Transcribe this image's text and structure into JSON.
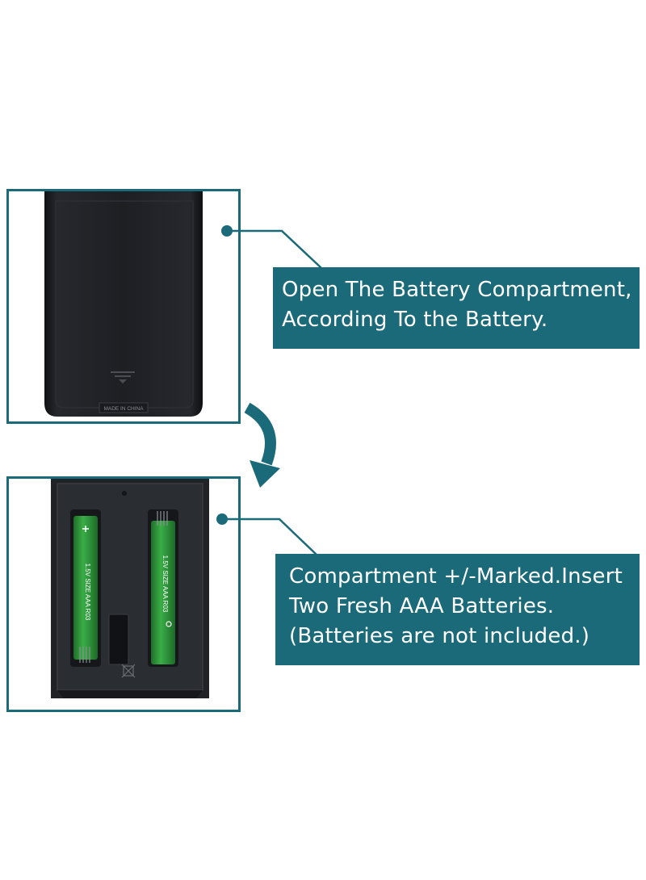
{
  "step1": {
    "instruction_lines": [
      "Open The Battery Compartment,",
      "According To the Battery."
    ],
    "remote_back_label": "MADE IN CHINA"
  },
  "step2": {
    "instruction_lines": [
      "Compartment +/-Marked.Insert",
      "Two Fresh AAA Batteries.",
      "(Batteries are not included.)"
    ],
    "battery_label": "1.5V SIZE AAA R03"
  },
  "colors": {
    "accent_teal": "#1b6a7a",
    "remote_body": "#1c1e22",
    "battery_green": "#2f9e3c"
  },
  "icons": {
    "transition": "curved-down-arrow-icon",
    "pointer": "callout-dot-icon"
  }
}
